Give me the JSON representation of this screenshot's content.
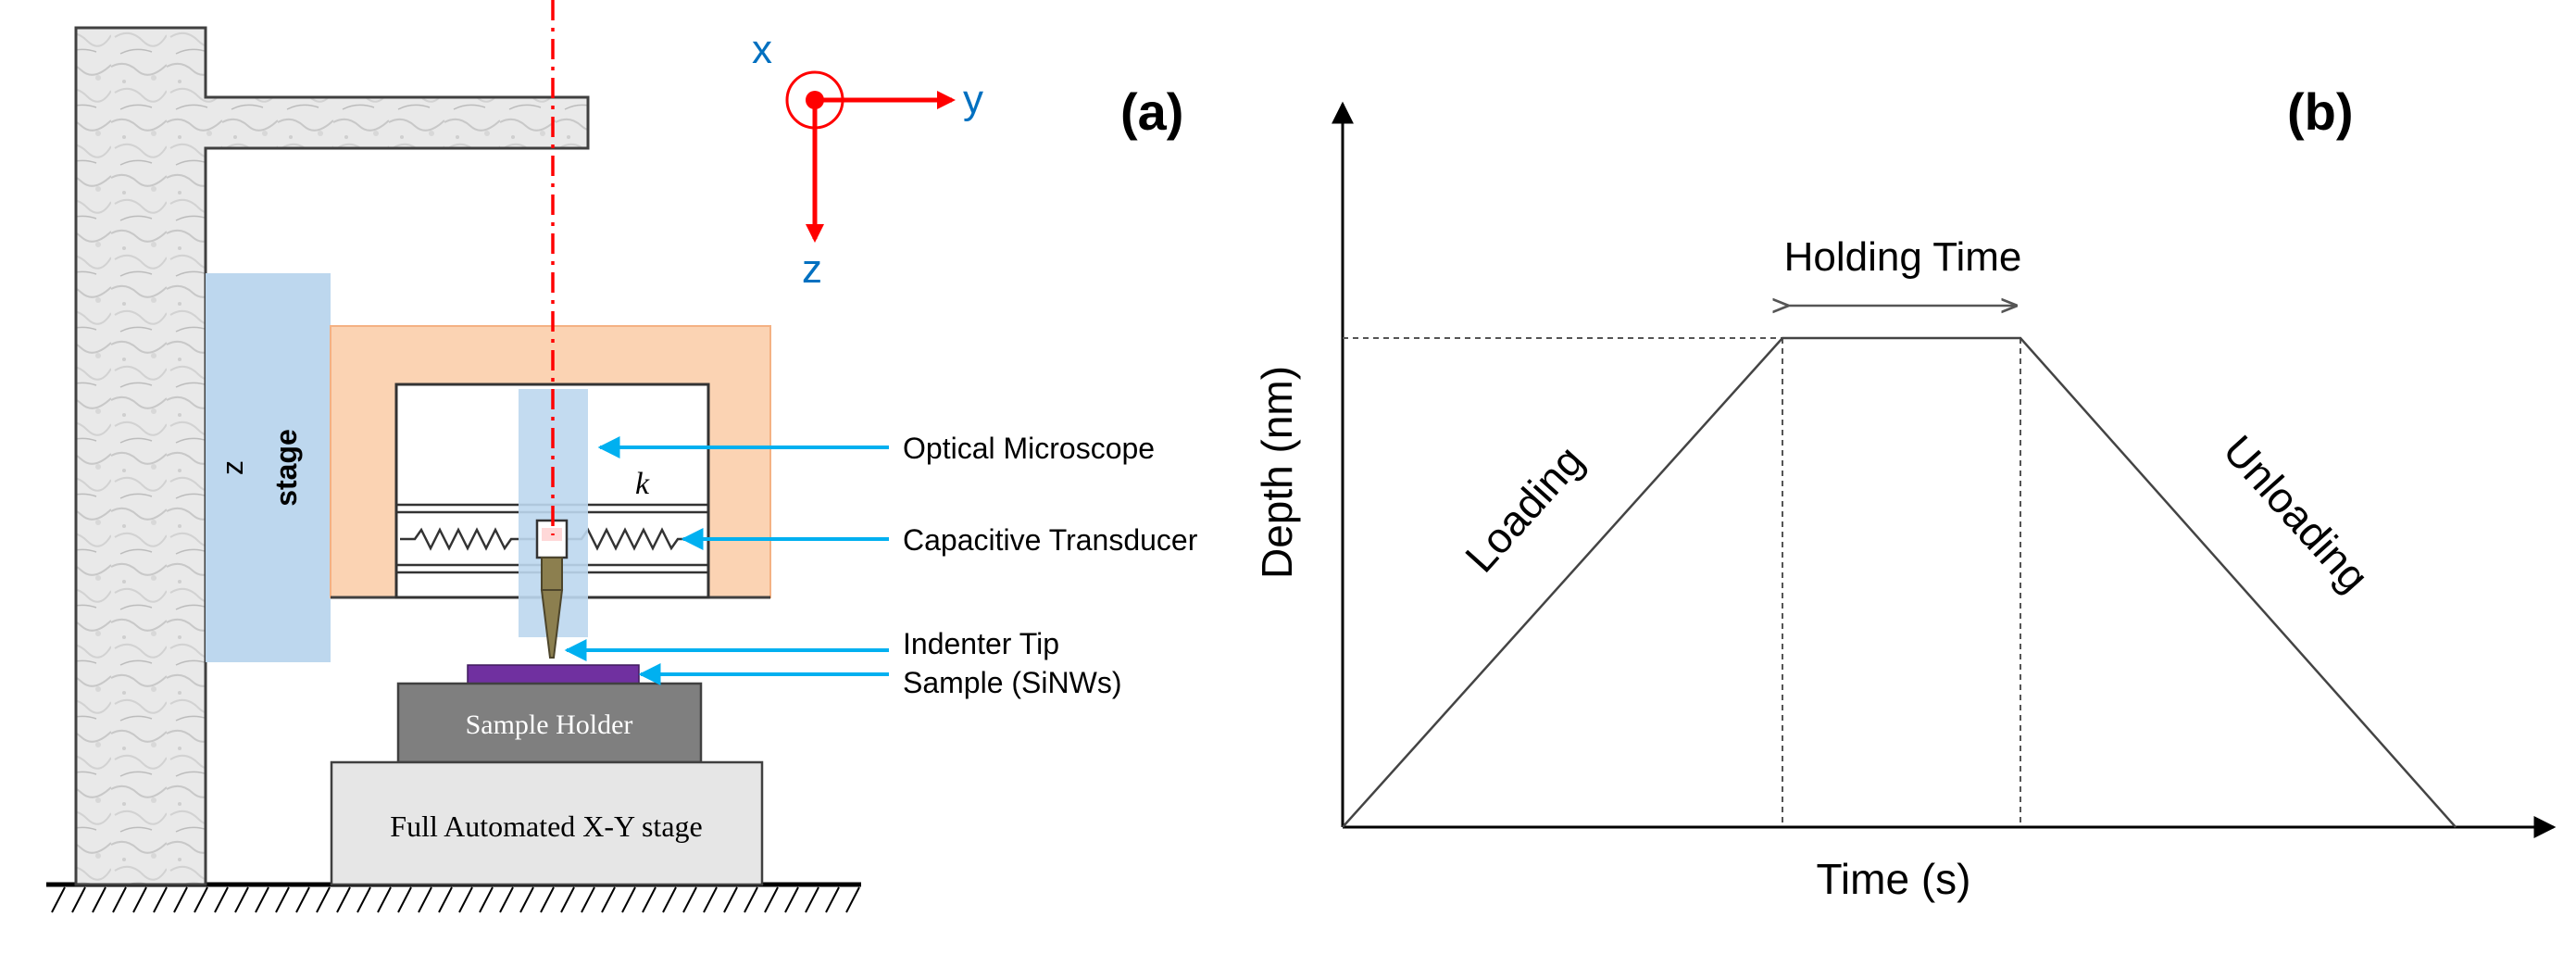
{
  "panel_a": {
    "label": "(a)",
    "axes": {
      "x": "x",
      "y": "y",
      "z": "z"
    },
    "z_stage": {
      "line1": "z",
      "line2": "stage"
    },
    "spring_constant": "k",
    "callouts": {
      "optical_microscope": "Optical Microscope",
      "capacitive_transducer": "Capacitive Transducer",
      "indenter_tip": "Indenter Tip",
      "sample": "Sample (SiNWs)"
    },
    "sample_holder": "Sample Holder",
    "xy_stage": "Full Automated X-Y stage"
  },
  "panel_b": {
    "label": "(b)",
    "holding_time": "Holding Time",
    "loading": "Loading",
    "unloading": "Unloading",
    "xlabel": "Time (s)",
    "ylabel": "Depth (nm)"
  },
  "colors": {
    "callout_arrow": "#00b0f0",
    "axis_label": "#0070c0",
    "axis_arrow": "#ff0000",
    "z_stage_fill": "#bdd7ee",
    "frame_fill": "#fbd3b3",
    "holder_fill": "#7f7f7f",
    "xy_stage_fill": "#e6e6e6",
    "sample_fill": "#7030a0"
  }
}
